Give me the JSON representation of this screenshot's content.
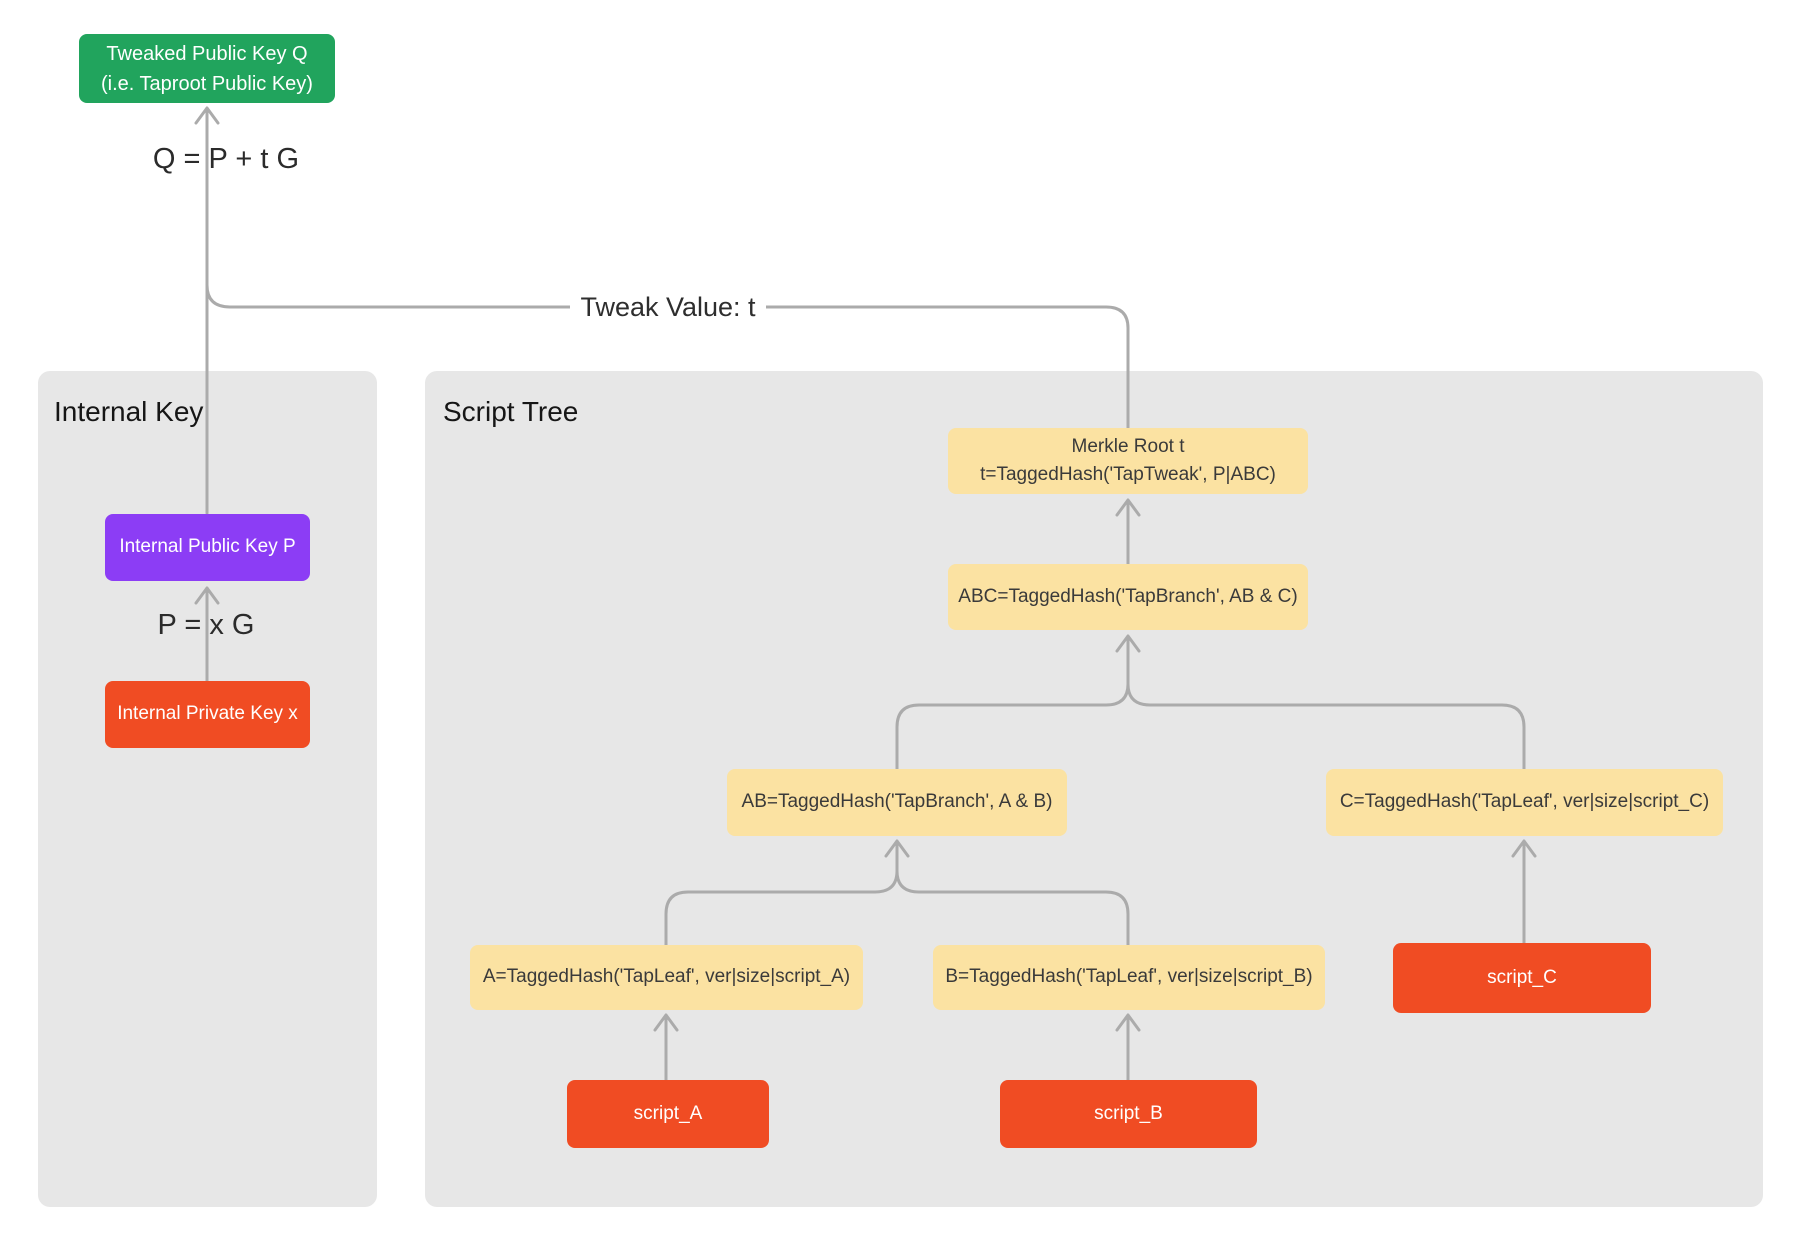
{
  "tweaked_public_key": {
    "line1": "Tweaked Public Key Q",
    "line2": "(i.e. Taproot Public Key)"
  },
  "formulas": {
    "tweak": "Q = P + t G",
    "keygen": "P = x G"
  },
  "tweak_value_label": "Tweak Value: t",
  "internal_key_panel": {
    "title": "Internal Key",
    "public_key_label": "Internal Public Key P",
    "private_key_label": "Internal Private Key x"
  },
  "script_tree_panel": {
    "title": "Script Tree",
    "merkle_root": {
      "line1": "Merkle Root t",
      "line2": "t=TaggedHash('TapTweak', P|ABC)"
    },
    "abc_label": "ABC=TaggedHash('TapBranch', AB & C)",
    "ab_label": "AB=TaggedHash('TapBranch', A & B)",
    "c_label": "C=TaggedHash('TapLeaf', ver|size|script_C)",
    "a_label": "A=TaggedHash('TapLeaf', ver|size|script_A)",
    "b_label": "B=TaggedHash('TapLeaf', ver|size|script_B)",
    "script_a_label": "script_A",
    "script_b_label": "script_B",
    "script_c_label": "script_C"
  },
  "colors": {
    "tweaked_key_green": "#21a45d",
    "public_key_purple": "#8c3df5",
    "script_red": "#f04c23",
    "hash_yellow": "#fbe2a2",
    "panel_gray": "#e7e7e7",
    "connector_gray": "#ababab"
  }
}
